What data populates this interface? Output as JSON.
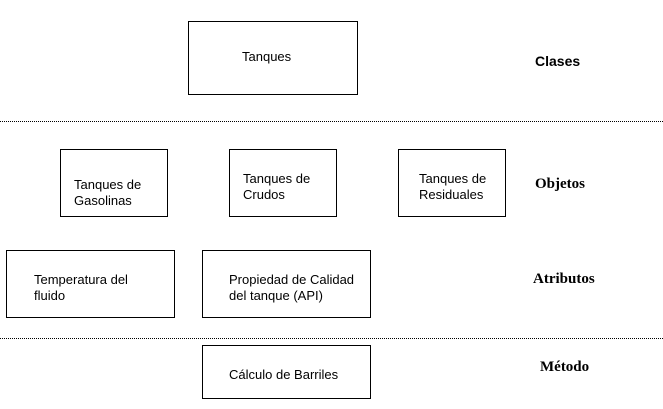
{
  "classes": {
    "label": "Clases",
    "boxes": [
      "Tanques"
    ]
  },
  "objects": {
    "label": "Objetos",
    "boxes": [
      "Tanques de\nGasolinas",
      "Tanques de\nCrudos",
      "Tanques de\nResiduales"
    ]
  },
  "attributes": {
    "label": "Atributos",
    "boxes": [
      "Temperatura del\nfluido",
      "Propiedad de Calidad\ndel tanque (API)"
    ]
  },
  "method": {
    "label": "Método",
    "boxes": [
      "Cálculo de Barriles"
    ]
  }
}
